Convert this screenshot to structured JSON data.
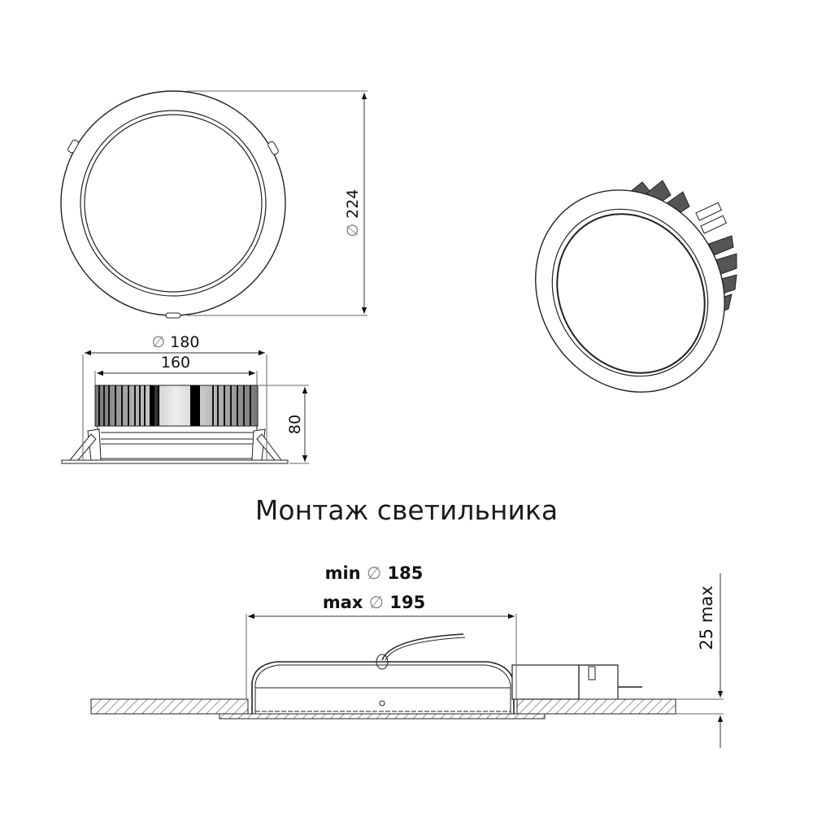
{
  "title": "Монтаж светильника",
  "top_view": {
    "diameter_label": "224",
    "diameter_symbol": "∅"
  },
  "side_view": {
    "outer_diameter_label": "180",
    "heatsink_width_label": "160",
    "height_label": "80",
    "diameter_symbol": "∅"
  },
  "installation": {
    "cutout_min_prefix": "min",
    "cutout_min_value": "185",
    "cutout_max_prefix": "max",
    "cutout_max_value": "195",
    "ceiling_thickness_label": "25 max",
    "diameter_symbol": "∅"
  },
  "colors": {
    "line": "#222222",
    "dim_line": "#555555",
    "background": "#ffffff"
  }
}
